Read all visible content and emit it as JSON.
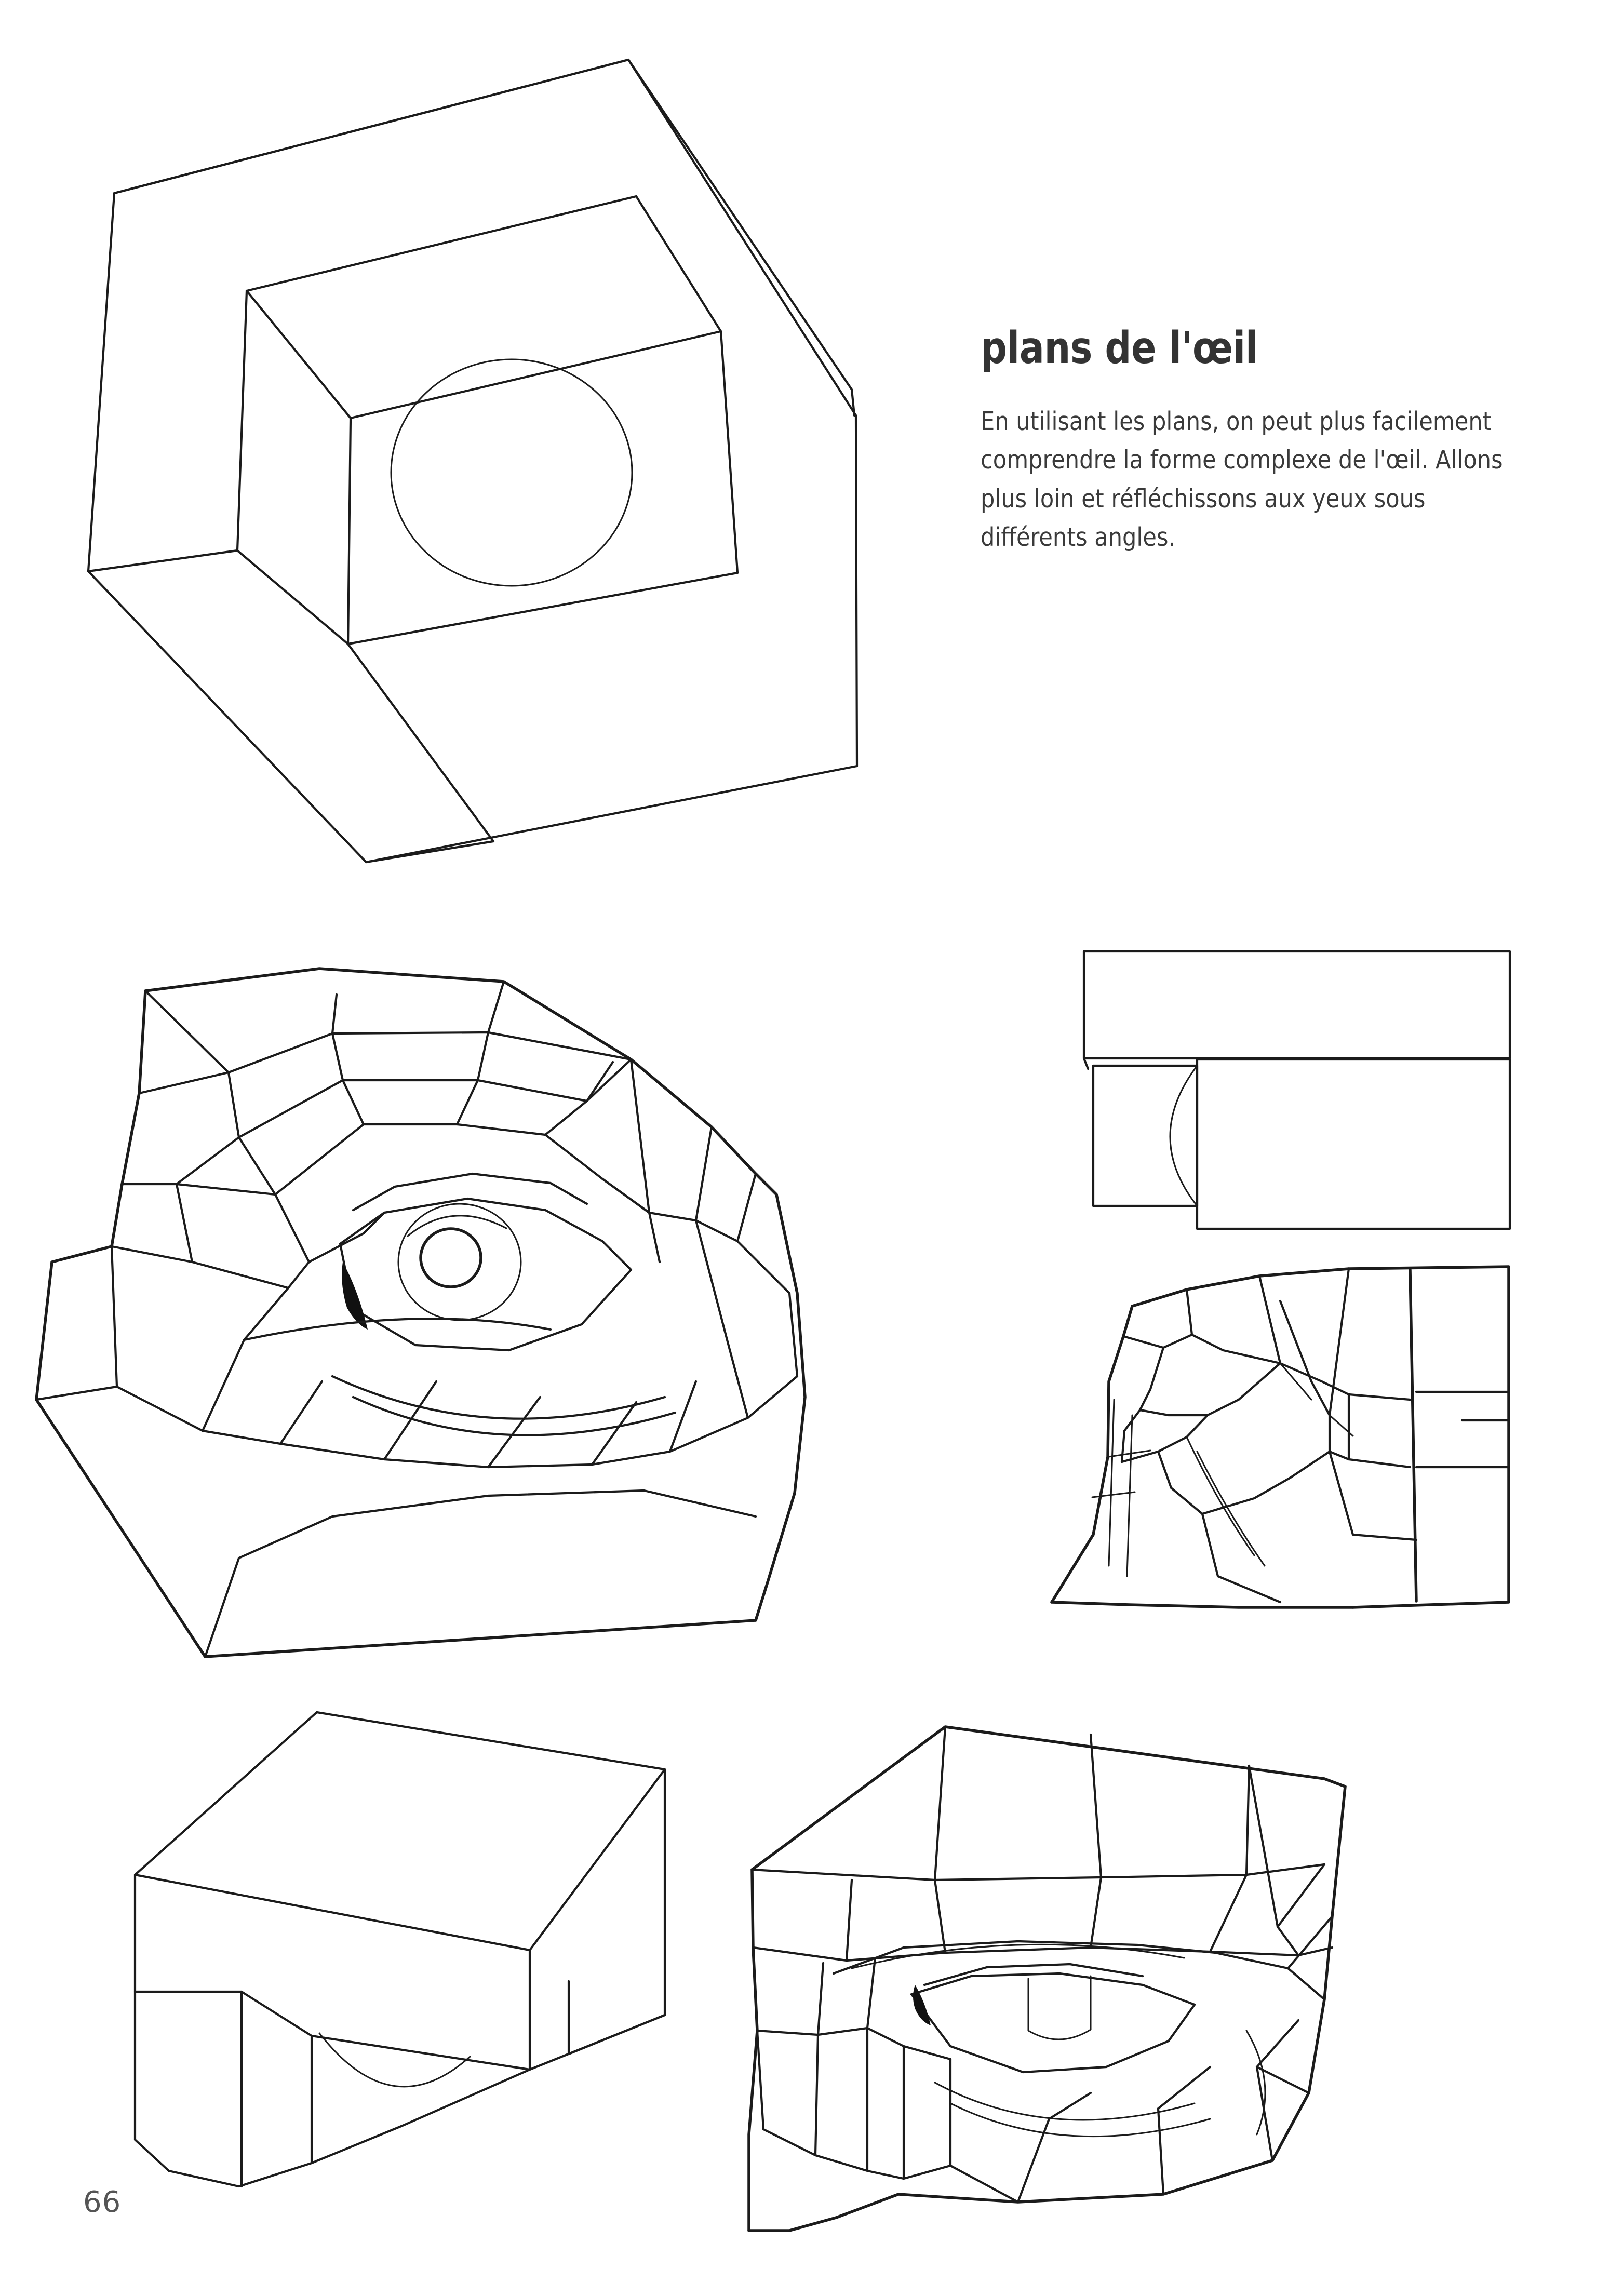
{
  "document": {
    "type": "book-page",
    "language": "fr",
    "page_number": "66",
    "background_color": "#ffffff",
    "ink_color": "#1b1b1b",
    "title_color": "#333333",
    "body_color": "#3a3a3a"
  },
  "article": {
    "title": "plans de l'œil",
    "body": "En utilisant les plans, on peut plus facilement comprendre la forme complexe de l'œil. Allons plus loin et réfléchissons aux yeux sous différents angles."
  },
  "figures": [
    {
      "id": "socket-box",
      "name": "eye-socket-block-three-quarter",
      "caption": "",
      "description": "Bloc rectangulaire vu de trois quarts avec une cavité creusée contenant une sphère (globe oculaire) suggérée par un cercle."
    },
    {
      "id": "eye-main",
      "name": "faceted-eye-front-three-quarter",
      "caption": "",
      "description": "Grand œil facetté de trois quarts : paupières, orbite et pommette décomposées en plans plats."
    },
    {
      "id": "side-box",
      "name": "eye-socket-block-side-view",
      "caption": "",
      "description": "Vue de profil du bloc de l'orbite avec l'arc du globe oculaire visible dans l'échancrure."
    },
    {
      "id": "eye-profile",
      "name": "faceted-eye-profile-view",
      "caption": "",
      "description": "Œil facetté vu de profil, plans de la paupière supérieure et de l'arcade sourcilière."
    },
    {
      "id": "notch-box",
      "name": "eye-socket-block-low-angle",
      "caption": "",
      "description": "Bloc cubique vu en contre-plongée avec une encoche et l'arc du globe oculaire dessous."
    },
    {
      "id": "eye-three-quarter-low",
      "name": "faceted-eye-three-quarter-low-angle",
      "caption": "",
      "description": "Œil facetté vu de trois quarts en contre-plongée, plans du front et de la joue."
    }
  ]
}
